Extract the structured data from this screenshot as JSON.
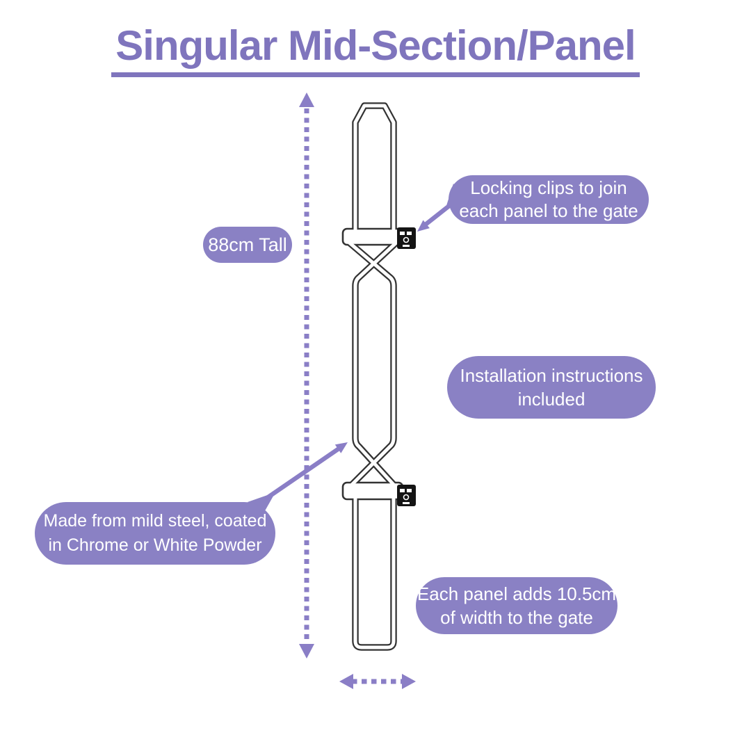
{
  "title": {
    "text": "Singular Mid-Section/Panel"
  },
  "colors": {
    "title": "#7f75bd",
    "pill": "#8a81c4",
    "arrow": "#8a7ec6",
    "panel_outline": "#333333",
    "clip": "#141414"
  },
  "callouts": {
    "height": {
      "text": "88cm Tall"
    },
    "locking": {
      "lines": [
        "Locking clips to join",
        "each panel to the gate"
      ]
    },
    "install": {
      "lines": [
        "Installation instructions",
        "included"
      ]
    },
    "material": {
      "lines": [
        "Made from mild steel, coated",
        "in Chrome or White Powder"
      ]
    },
    "width": {
      "lines": [
        "Each panel adds 10.5cm",
        "of width to the gate"
      ]
    }
  },
  "icons": {
    "height_arrow": "vertical double-headed dotted arrow",
    "width_arrow": "horizontal double-headed dotted arrow",
    "locking_pointer": "arrow pointing to locking clip",
    "material_pointer": "arrow pointing to panel tube"
  }
}
